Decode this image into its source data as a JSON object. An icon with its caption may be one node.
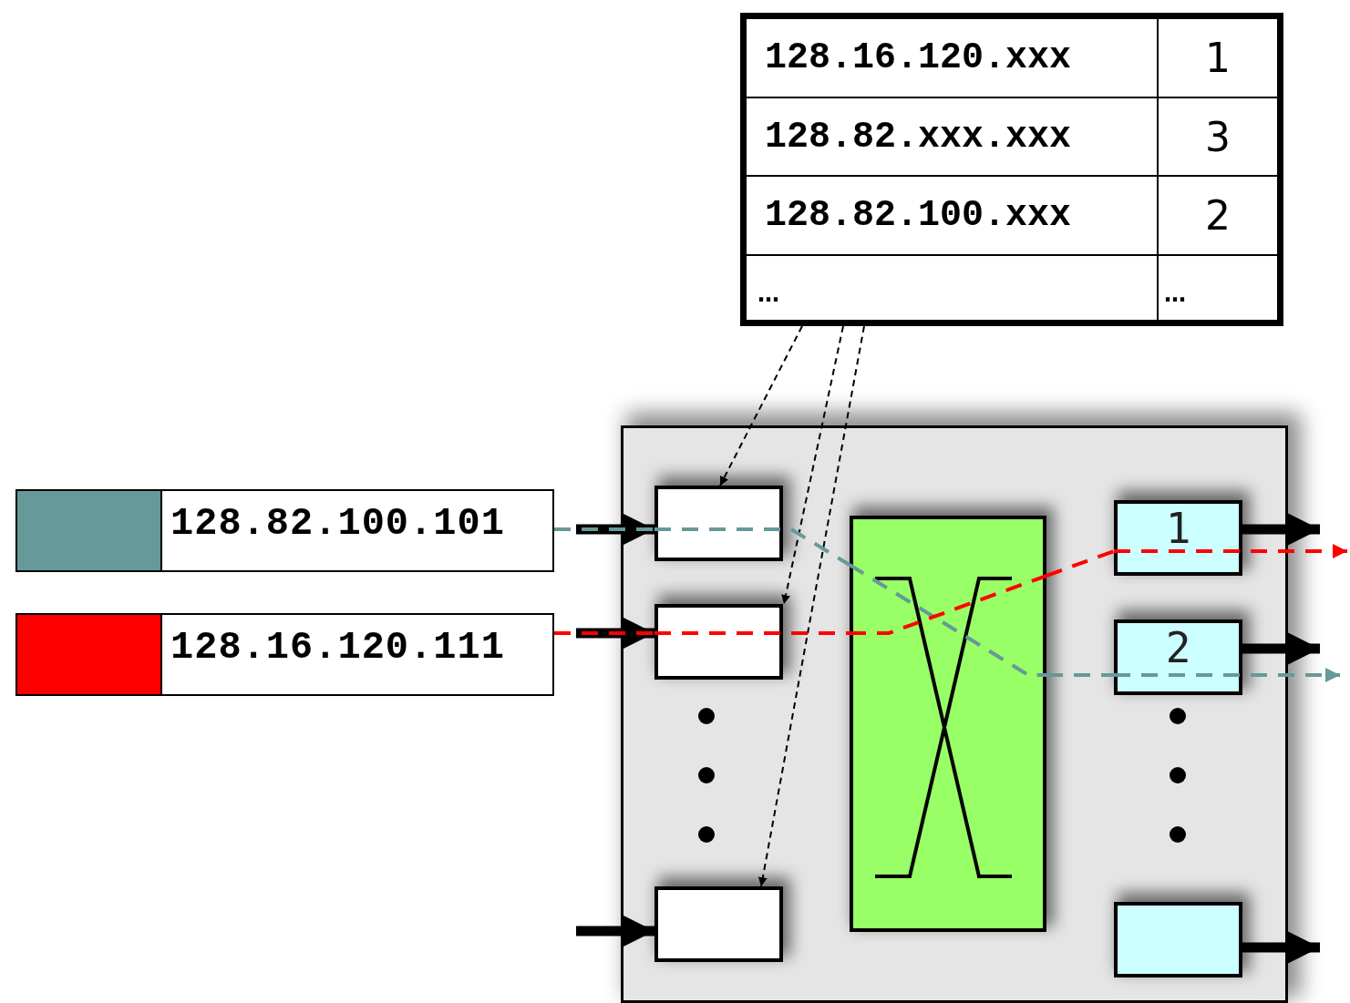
{
  "diagram": {
    "nodes": [
      {
        "text": [
          "128.82.100.101"
        ]
      },
      {
        "text": [
          "128.16.120.111"
        ]
      },
      {
        "text": [
          "128.16.120.xxx",
          "1",
          "128.82.xxx.xxx",
          "3",
          "128.82.100.xxx",
          "2",
          "…",
          "…"
        ]
      },
      {
        "text": [],
        "shape": "box"
      },
      {
        "text": [],
        "shape": "box",
        "in": 3
      },
      {
        "text": [],
        "shape": "box",
        "in": 3
      },
      {
        "text": [],
        "shape": "box",
        "in": 3
      },
      {
        "text": [],
        "shape": "box",
        "in": 3
      },
      {
        "text": [
          "1"
        ],
        "in": 3
      },
      {
        "text": [
          "2"
        ],
        "in": 3
      },
      {
        "text": [],
        "shape": "box",
        "in": 3
      }
    ],
    "edges": [
      {
        "from": 2,
        "to": 4,
        "arrow": "to",
        "style": "dashed"
      },
      {
        "from": 2,
        "to": 5,
        "arrow": "to",
        "style": "dashed"
      },
      {
        "from": 2,
        "to": 6,
        "arrow": "to",
        "style": "dashed"
      },
      {
        "from": null,
        "to": 4,
        "arrow": "to",
        "style": "thick"
      },
      {
        "from": null,
        "to": 5,
        "arrow": "to",
        "style": "thick"
      },
      {
        "from": null,
        "to": 6,
        "arrow": "to",
        "style": "thick"
      },
      {
        "from": 8,
        "to": null,
        "arrow": "to",
        "style": "thick"
      },
      {
        "from": 9,
        "to": null,
        "arrow": "to",
        "style": "thick"
      },
      {
        "from": 10,
        "to": null,
        "arrow": "to",
        "style": "thick"
      },
      {
        "from": 0,
        "to": 4,
        "arrow": "none",
        "style": "dashed",
        "color": "#669999"
      },
      {
        "from": 4,
        "to": 7,
        "arrow": "none",
        "style": "dashed",
        "color": "#669999"
      },
      {
        "from": 7,
        "to": 9,
        "arrow": "none",
        "style": "dashed",
        "color": "#669999"
      },
      {
        "from": 9,
        "to": null,
        "arrow": "to",
        "style": "dashed",
        "color": "#669999"
      },
      {
        "from": 1,
        "to": 5,
        "arrow": "none",
        "style": "dashed",
        "color": "#ff0000"
      },
      {
        "from": 5,
        "to": 7,
        "arrow": "none",
        "style": "dashed",
        "color": "#ff0000"
      },
      {
        "from": 7,
        "to": 8,
        "arrow": "none",
        "style": "dashed",
        "color": "#ff0000"
      },
      {
        "from": 8,
        "to": null,
        "arrow": "to",
        "style": "dashed",
        "color": "#ff0000"
      }
    ]
  }
}
